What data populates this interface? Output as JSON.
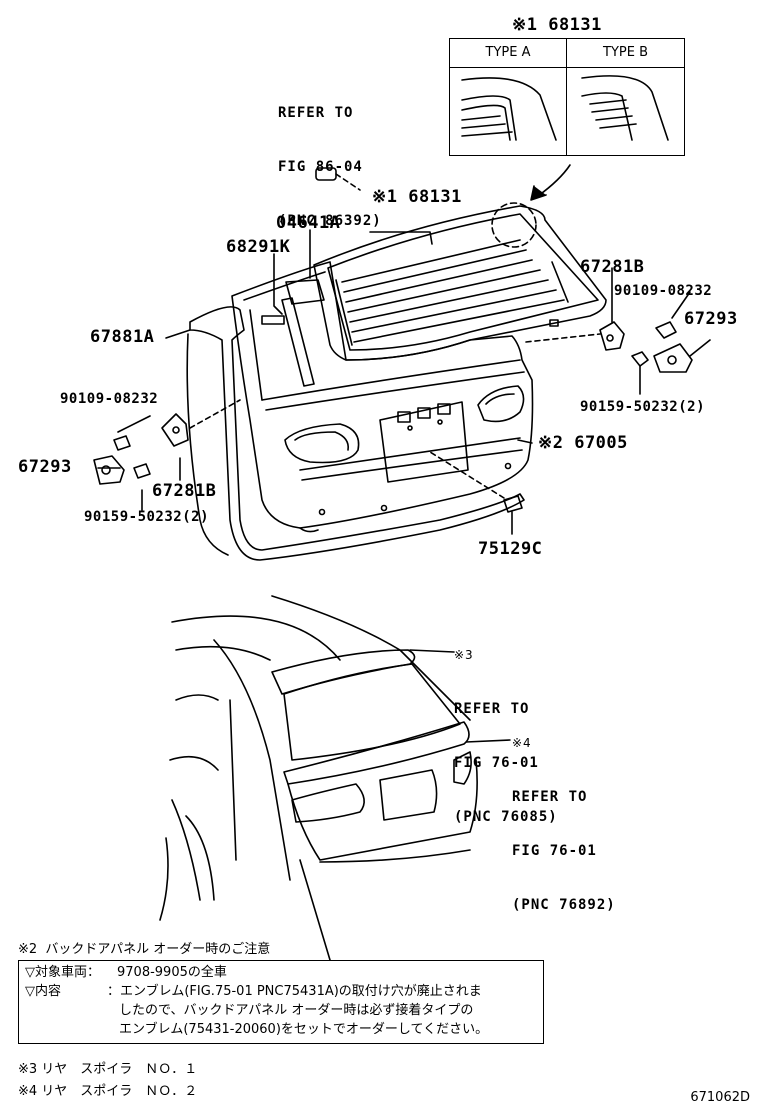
{
  "type_box": {
    "title": "※1 68131",
    "col_a": "TYPE A",
    "col_b": "TYPE B"
  },
  "refer_top": {
    "line1": "REFER TO",
    "line2": "FIG 86-04",
    "line3": "(PNC 86392)"
  },
  "parts": {
    "p68131": "※1 68131",
    "p04641A": "04641A",
    "p68291K": "68291K",
    "p67881A": "67881A",
    "p67281B_right": "67281B",
    "p90109_right": "90109-08232",
    "p67293_right": "67293",
    "p90159_right": "90159-50232(2)",
    "p67005": "※2 67005",
    "p90109_left": "90109-08232",
    "p67293_left": "67293",
    "p67281B_left": "67281B",
    "p90159_left": "90159-50232(2)",
    "p75129C": "75129C"
  },
  "refer_spoiler1": {
    "mark": "※3",
    "line1": "REFER TO",
    "line2": "FIG 76-01",
    "line3": "(PNC 76085)"
  },
  "refer_spoiler2": {
    "mark": "※4",
    "line1": "REFER TO",
    "line2": "FIG 76-01",
    "line3": "(PNC 76892)"
  },
  "notes": {
    "heading": "※2  バックドアパネル オーダー時のご注意",
    "row1_label": "▽対象車両：",
    "row1_value": "9708-9905の全車",
    "row2_label": "▽内容",
    "row2_value1": "：エンブレム(FIG.75-01 PNC75431A)の取付け穴が廃止されま",
    "row2_value2": "したので、バックドアパネル オーダー時は必ず接着タイプの",
    "row2_value3": "エンブレム(75431-20060)をセットでオーダーしてください。",
    "note3": "※3 リヤ　スポイラ　ＮＯ．１",
    "note4": "※4 リヤ　スポイラ　ＮＯ．２"
  },
  "figure_id": "671062D"
}
